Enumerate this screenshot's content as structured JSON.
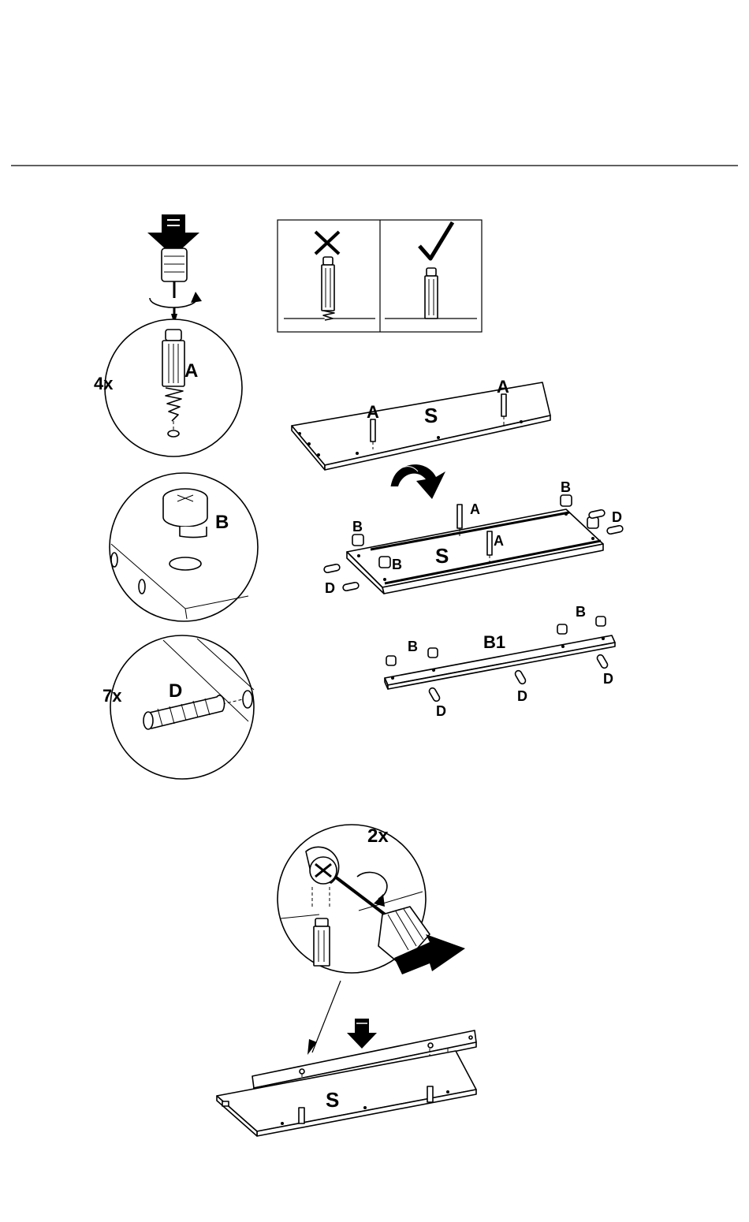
{
  "labels": {
    "qty_cam_bolt": "4x",
    "part_a": "A",
    "part_b": "B",
    "qty_dowel": "7x",
    "part_d": "D",
    "panel_s": "S",
    "rail_b1": "B1",
    "qty_tighten": "2x"
  },
  "icons": [
    "down-arrow-icon",
    "rotate-arrow-icon",
    "cross-icon",
    "check-icon",
    "screwdriver-icon",
    "flip-arrow-icon"
  ]
}
